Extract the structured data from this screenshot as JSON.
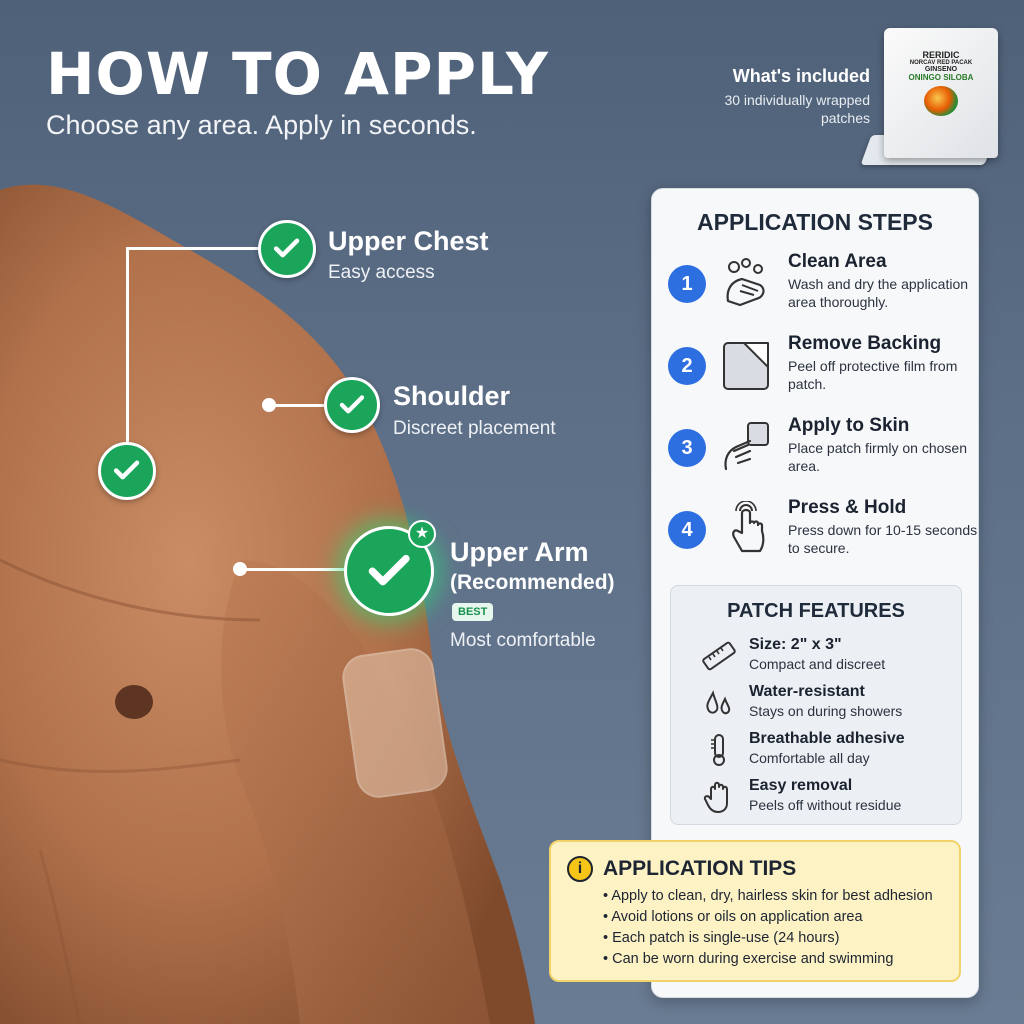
{
  "header": {
    "title": "HOW TO APPLY",
    "subtitle": "Choose any area. Apply in seconds."
  },
  "included": {
    "title": "What's included",
    "description": "30 individually wrapped patches",
    "package_label": [
      "RERIDIC",
      "NORCAV RED PACAK",
      "GINSENO",
      "ONINGO SILOBA"
    ]
  },
  "callouts": [
    {
      "label": "Upper Chest",
      "sub": "Easy access"
    },
    {
      "label": "Shoulder",
      "sub": "Discreet placement"
    },
    {
      "label": "Upper Arm",
      "label2": "(Recommended)",
      "badge": "BEST",
      "sub": "Most comfortable"
    }
  ],
  "steps_panel": {
    "title": "APPLICATION STEPS",
    "steps": [
      {
        "num": "1",
        "title": "Clean Area",
        "desc": "Wash and dry the application area thoroughly.",
        "icon": "hands-washing-icon"
      },
      {
        "num": "2",
        "title": "Remove Backing",
        "desc": "Peel off protective film from patch.",
        "icon": "peel-icon"
      },
      {
        "num": "3",
        "title": "Apply to Skin",
        "desc": "Place patch firmly on chosen area.",
        "icon": "hand-apply-icon"
      },
      {
        "num": "4",
        "title": "Press & Hold",
        "desc": "Press down for 10-15 seconds to secure.",
        "icon": "press-finger-icon"
      }
    ],
    "features_title": "PATCH FEATURES",
    "features": [
      {
        "title": "Size: 2\" x 3\"",
        "desc": "Compact and discreet",
        "icon": "ruler-icon"
      },
      {
        "title": "Water-resistant",
        "desc": "Stays on during showers",
        "icon": "droplets-icon"
      },
      {
        "title": "Breathable adhesive",
        "desc": "Comfortable all day",
        "icon": "thermometer-icon"
      },
      {
        "title": "Easy removal",
        "desc": "Peels off without residue",
        "icon": "hand-icon"
      }
    ]
  },
  "tips": {
    "icon": "i",
    "title": "APPLICATION TIPS",
    "items": [
      "Apply to clean, dry, hairless skin for best adhesion",
      "Avoid lotions or oils on application area",
      "Each patch is single-use (24 hours)",
      "Can be worn during exercise and swimming"
    ]
  },
  "colors": {
    "accent_green": "#1aa55a",
    "step_blue": "#2d6fe0",
    "tips_bg": "#fdf2c4"
  }
}
